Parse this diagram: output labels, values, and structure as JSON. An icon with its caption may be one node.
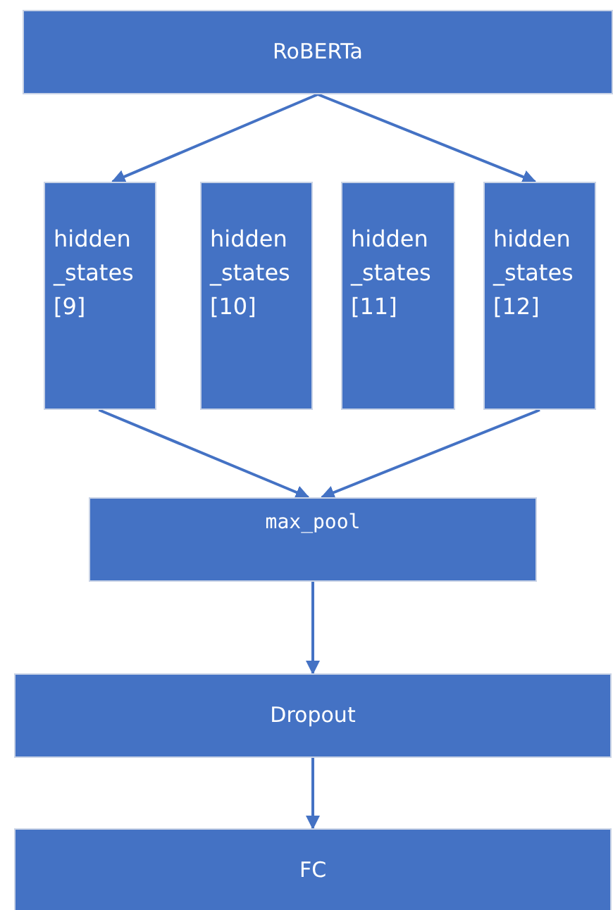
{
  "diagram": {
    "nodes": [
      {
        "text": [
          "RoBERTa"
        ]
      },
      {
        "text": [
          "hidden _states [9]"
        ]
      },
      {
        "text": [
          "hidden _states [10]"
        ]
      },
      {
        "text": [
          "hidden _states [11]"
        ]
      },
      {
        "text": [
          "hidden _states [12]"
        ]
      },
      {
        "text": [
          "max_pool"
        ]
      },
      {
        "text": [
          "Dropout"
        ]
      },
      {
        "text": [
          "FC"
        ]
      }
    ],
    "edges": [
      {
        "from": 0,
        "to": 1,
        "arrow": "to"
      },
      {
        "from": 0,
        "to": 4,
        "arrow": "to"
      },
      {
        "from": 1,
        "to": 5,
        "arrow": "to"
      },
      {
        "from": 4,
        "to": 5,
        "arrow": "to"
      },
      {
        "from": 5,
        "to": 6,
        "arrow": "to"
      },
      {
        "from": 6,
        "to": 7,
        "arrow": "to"
      }
    ]
  }
}
